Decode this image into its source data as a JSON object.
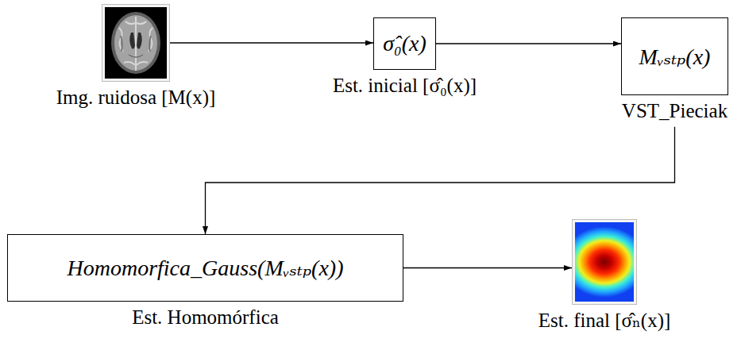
{
  "diagram": {
    "nodes": [
      {
        "text": [
          "Img. ruidosa [M(x)]"
        ]
      },
      {
        "text": [
          "σ̂₀(x)",
          "Est. inicial [σ̂₀(x)]"
        ]
      },
      {
        "text": [
          "Mᵥₛₜₚ(x)",
          "VST_Pieciak"
        ]
      },
      {
        "text": [
          "Homomorfica_Gauss(Mᵥₛₜₚ(x))",
          "Est. Homomórfica"
        ]
      },
      {
        "text": [
          "Est. final [σ̂ₙ(x)]"
        ]
      }
    ],
    "edges": [
      {
        "from": 0,
        "to": 1,
        "arrow": "to"
      },
      {
        "from": 1,
        "to": 2,
        "arrow": "to"
      },
      {
        "from": 2,
        "to": 3,
        "arrow": "to"
      },
      {
        "from": 3,
        "to": 4,
        "arrow": "to"
      }
    ]
  }
}
